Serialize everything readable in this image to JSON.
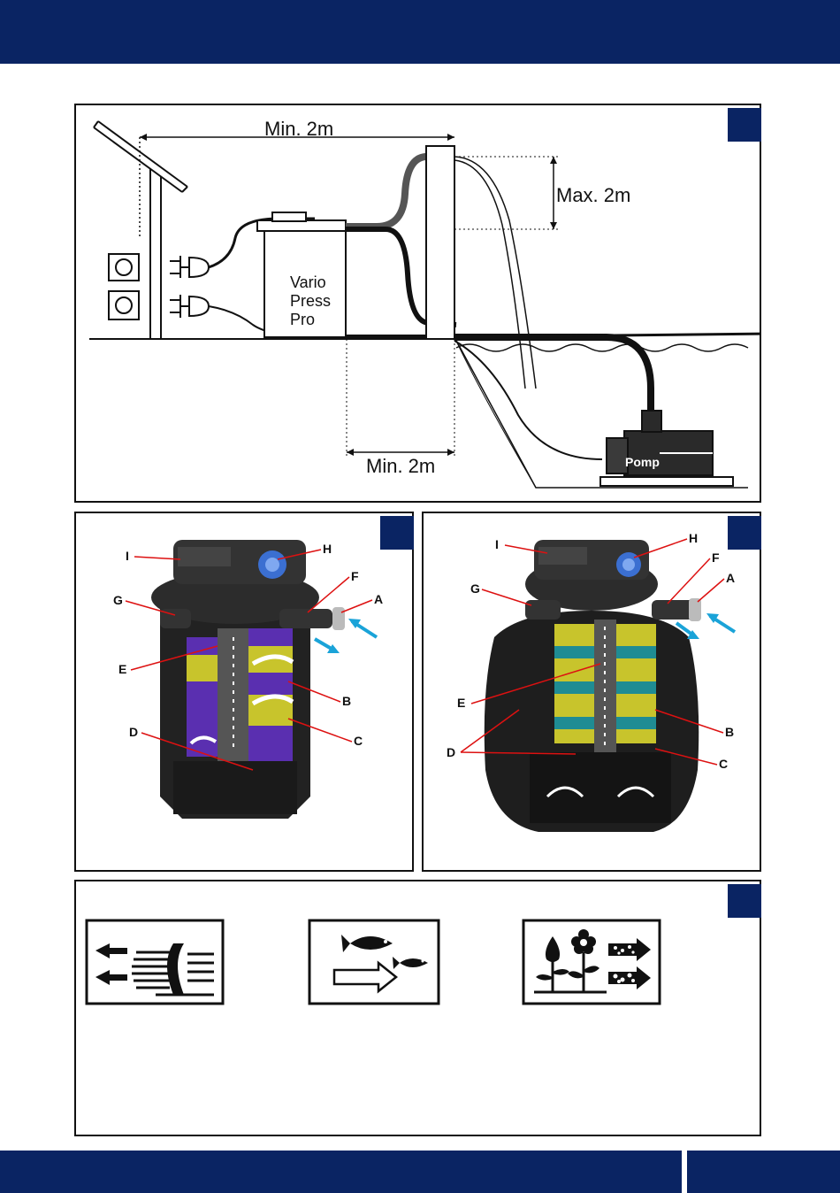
{
  "diagram1": {
    "dim_top": "Min. 2m",
    "dim_right": "Max. 2m",
    "dim_bottom": "Min. 2m",
    "unit_line1": "Vario",
    "unit_line2": "Press",
    "unit_line3": "Pro",
    "pump_label": "Pomp"
  },
  "diagram2": {
    "labels": [
      "I",
      "H",
      "F",
      "A",
      "G",
      "E",
      "B",
      "D",
      "C"
    ]
  },
  "diagram3": {
    "labels": [
      "I",
      "H",
      "F",
      "A",
      "G",
      "E",
      "B",
      "D",
      "C"
    ]
  },
  "icons": [
    "pump-flow-icon",
    "fish-icon",
    "plants-nutrients-icon"
  ],
  "colors": {
    "brand": "#0a2463",
    "inflow_arrow": "#1aa3d8",
    "media_purple": "#5a2fb0",
    "media_yellow": "#c8c42c",
    "media_teal": "#1f8c93"
  }
}
